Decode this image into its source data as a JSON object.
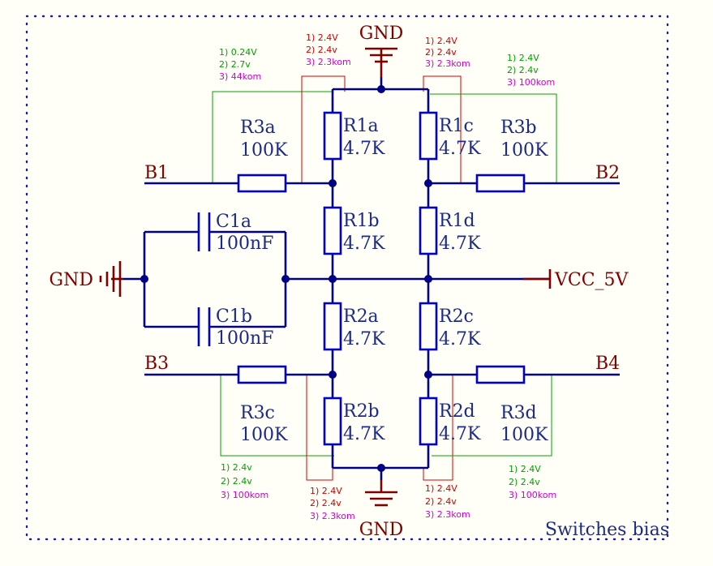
{
  "sheet_title": "Switches bias",
  "nets": {
    "gnd_top": "GND",
    "gnd_bottom": "GND",
    "gnd_left": "GND",
    "vcc": "VCC_5V",
    "b1": "B1",
    "b2": "B2",
    "b3": "B3",
    "b4": "B4"
  },
  "components": {
    "R1a": {
      "ref": "R1a",
      "value": "4.7K"
    },
    "R1b": {
      "ref": "R1b",
      "value": "4.7K"
    },
    "R1c": {
      "ref": "R1c",
      "value": "4.7K"
    },
    "R1d": {
      "ref": "R1d",
      "value": "4.7K"
    },
    "R2a": {
      "ref": "R2a",
      "value": "4.7K"
    },
    "R2b": {
      "ref": "R2b",
      "value": "4.7K"
    },
    "R2c": {
      "ref": "R2c",
      "value": "4.7K"
    },
    "R2d": {
      "ref": "R2d",
      "value": "4.7K"
    },
    "R3a": {
      "ref": "R3a",
      "value": "100K"
    },
    "R3b": {
      "ref": "R3b",
      "value": "100K"
    },
    "R3c": {
      "ref": "R3c",
      "value": "100K"
    },
    "R3d": {
      "ref": "R3d",
      "value": "100K"
    },
    "C1a": {
      "ref": "C1a",
      "value": "100nF"
    },
    "C1b": {
      "ref": "C1b",
      "value": "100nF"
    }
  },
  "notes": {
    "n_r3a": [
      "1) 0.24V",
      "2) 2.7v",
      "3) 44kom"
    ],
    "n_r1a": [
      "1) 2.4V",
      "2) 2.4v",
      "3) 2.3kom"
    ],
    "n_r1c": [
      "1) 2.4V",
      "2) 2.4v",
      "3) 2.3kom"
    ],
    "n_r3b": [
      "1) 2.4V",
      "2) 2.4v",
      "3) 100kom"
    ],
    "n_r3c": [
      "1) 2.4v",
      "2) 2.4v",
      "3) 100kom"
    ],
    "n_r2b": [
      "1) 2.4V",
      "2) 2.4v",
      "3) 2.3kom"
    ],
    "n_r2d": [
      "1) 2.4V",
      "2) 2.4v",
      "3) 2.3kom"
    ],
    "n_r3d": [
      "1) 2.4V",
      "2) 2.4v",
      "3) 100kom"
    ]
  }
}
